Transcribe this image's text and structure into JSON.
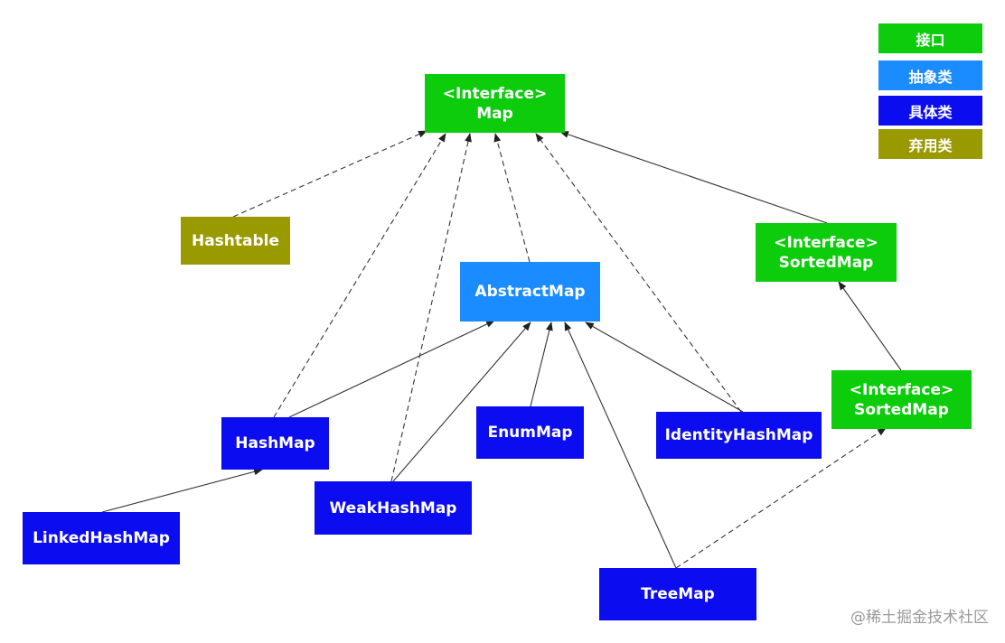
{
  "nodes": {
    "map": {
      "line1": "<Interface>",
      "line2": "Map"
    },
    "hashtable": {
      "label": "Hashtable"
    },
    "abstract_map": {
      "label": "AbstractMap"
    },
    "sorted_map_top": {
      "line1": "<Interface>",
      "line2": "SortedMap"
    },
    "sorted_map_bottom": {
      "line1": "<Interface>",
      "line2": "SortedMap"
    },
    "hash_map": {
      "label": "HashMap"
    },
    "enum_map": {
      "label": "EnumMap"
    },
    "identity_hash_map": {
      "label": "IdentityHashMap"
    },
    "linked_hash_map": {
      "label": "LinkedHashMap"
    },
    "weak_hash_map": {
      "label": "WeakHashMap"
    },
    "tree_map": {
      "label": "TreeMap"
    }
  },
  "legend": [
    {
      "label": "接口",
      "color": "#0ccc0c"
    },
    {
      "label": "抽象类",
      "color": "#1a8cff"
    },
    {
      "label": "具体类",
      "color": "#0c0cf0"
    },
    {
      "label": "弃用类",
      "color": "#999900"
    }
  ],
  "watermark": "@稀土掘金技术社区"
}
